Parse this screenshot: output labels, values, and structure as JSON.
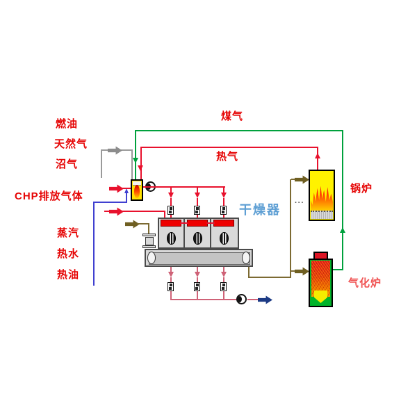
{
  "diagram": {
    "title_context": "biomass-dryer-gasifier-flow-diagram",
    "labels": {
      "fuel_oil": "燃油",
      "natural_gas": "天然气",
      "biogas": "沼气",
      "chp_exhaust": "CHP排放气体",
      "steam": "蒸汽",
      "hot_water": "热水",
      "hot_oil": "热油",
      "coal_gas": "煤气",
      "hot_gas": "热气",
      "dryer": "干燥器",
      "boiler": "锅炉",
      "gasifier": "气化炉",
      "boiler_dots": "···"
    },
    "colors": {
      "red_line": "#e8112d",
      "pink_line": "#cf6277",
      "green_line": "#00a13d",
      "blue_line": "#4040d0",
      "navy_arrow": "#1c3a85",
      "gray_line": "#9a9a9a",
      "olive_line": "#7c6a32",
      "label_red": "#e60505",
      "label_blue": "#5e9fd4",
      "label_pink": "#f05555",
      "dryer_body": "#d9d9d9",
      "heater_bar": "#ee0000",
      "vessel_yellow": "#fff200",
      "gasifier_green": "#00b32a"
    }
  }
}
